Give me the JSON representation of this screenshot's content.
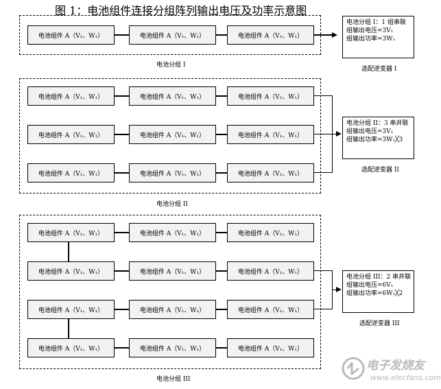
{
  "title": "图 1：电池组件连接分组阵列输出电压及功率示意图",
  "module_label": "电池组件 A（V₁、W₁）",
  "groups": [
    {
      "caption": "电池分组 I",
      "inverter_caption": "选配逆变器 I",
      "info": [
        "电池分组 I：1 组串联",
        "组输出电压=3V₁",
        "组输出功率=3W₁"
      ]
    },
    {
      "caption": "电池分组 II",
      "inverter_caption": "选配逆变器 II",
      "info": [
        "电池分组 II：3 串并联",
        "组输出电压=3V₁",
        "组输出功率=3W₁╳3"
      ]
    },
    {
      "caption": "电池分组 III",
      "inverter_caption": "选配逆变器 III",
      "info": [
        "电池分组 III：2 串并联",
        "组输出电压=6V₁",
        "组输出功率=6W₁╳2"
      ]
    }
  ],
  "watermark": {
    "line1": "电子发烧友",
    "line2": "www.elecfans.com"
  }
}
